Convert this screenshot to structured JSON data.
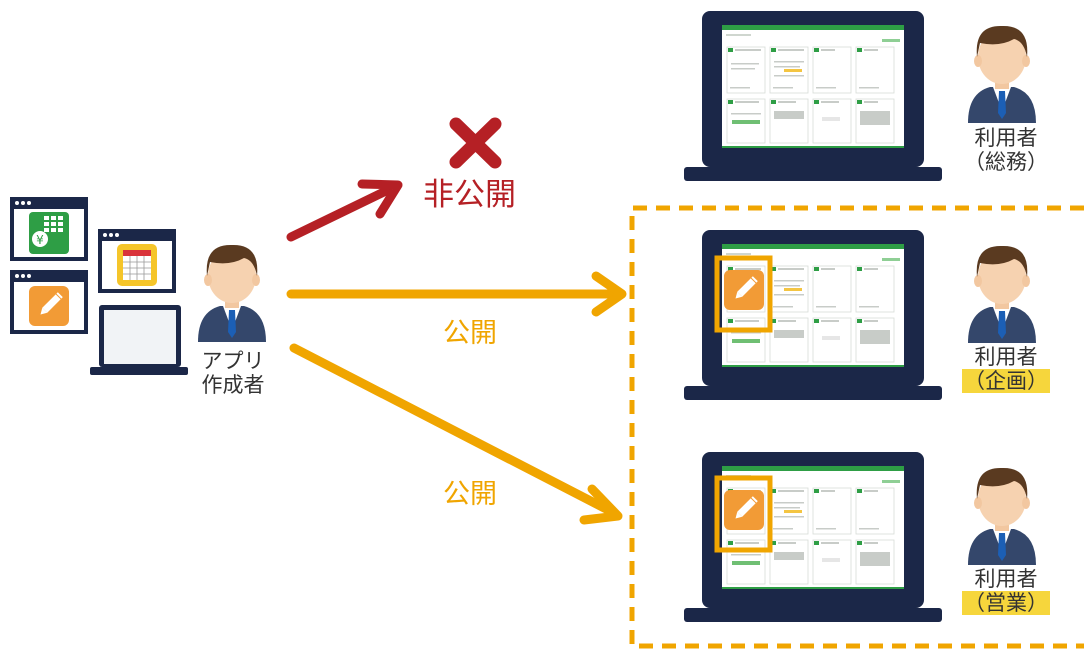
{
  "creator": {
    "label_line1": "アプリ",
    "label_line2": "作成者"
  },
  "flows": {
    "private_label": "非公開",
    "public_label_1": "公開",
    "public_label_2": "公開"
  },
  "users": [
    {
      "line1": "利用者",
      "line2": "（総務）",
      "highlight": false
    },
    {
      "line1": "利用者",
      "line2": "（企画）",
      "highlight": true
    },
    {
      "line1": "利用者",
      "line2": "（営業）",
      "highlight": true
    }
  ],
  "colors": {
    "red": "#b52025",
    "orange": "#f0a500",
    "navy": "#1b2748",
    "highlight": "#f6d63c",
    "app_green": "#2e9e45"
  }
}
